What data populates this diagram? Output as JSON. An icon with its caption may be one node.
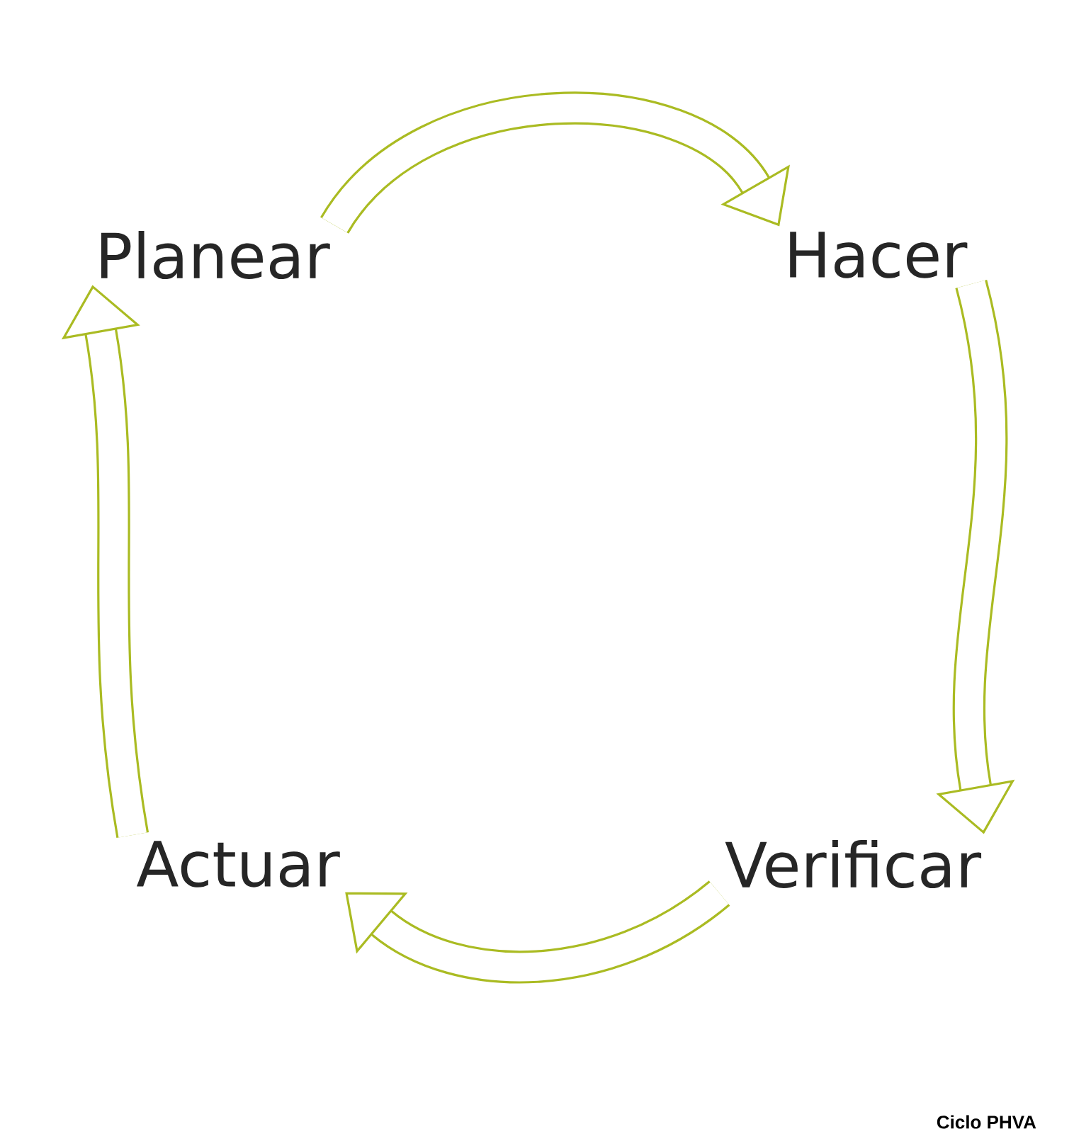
{
  "diagram": {
    "caption": "Ciclo PHVA",
    "nodes": [
      {
        "text": [
          "Planear"
        ]
      },
      {
        "text": [
          "Hacer"
        ]
      },
      {
        "text": [
          "Verificar"
        ]
      },
      {
        "text": [
          "Actuar"
        ]
      }
    ],
    "edges": [
      {
        "from": 0,
        "to": 1,
        "arrow": "to"
      },
      {
        "from": 1,
        "to": 2,
        "arrow": "to"
      },
      {
        "from": 2,
        "to": 3,
        "arrow": "to"
      },
      {
        "from": 3,
        "to": 0,
        "arrow": "to"
      }
    ]
  }
}
